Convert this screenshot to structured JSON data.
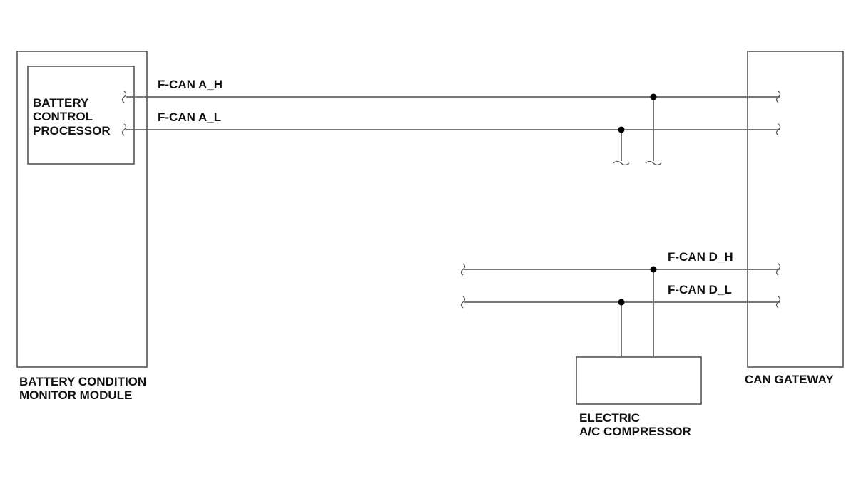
{
  "components": {
    "bcm": {
      "label_line1": "BATTERY CONDITION",
      "label_line2": "MONITOR MODULE"
    },
    "processor": {
      "label_line1": "BATTERY",
      "label_line2": "CONTROL",
      "label_line3": "PROCESSOR"
    },
    "gateway": {
      "label": "CAN GATEWAY"
    },
    "compressor": {
      "label_line1": "ELECTRIC",
      "label_line2": "A/C COMPRESSOR"
    }
  },
  "wires": {
    "a_h": "F-CAN A_H",
    "a_l": "F-CAN A_L",
    "d_h": "F-CAN D_H",
    "d_l": "F-CAN D_L"
  },
  "colors": {
    "line": "#666666",
    "box": "#555555",
    "dot": "#000000",
    "text": "#111111"
  }
}
